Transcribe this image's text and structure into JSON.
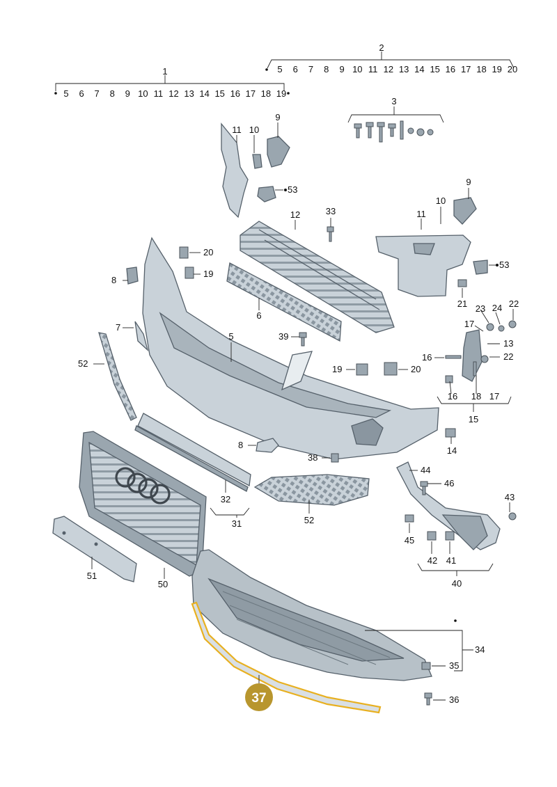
{
  "colors": {
    "part_fill": "#c9d2d9",
    "part_dark": "#9aa6af",
    "part_stroke": "#55606a",
    "highlight": "#e8b020",
    "badge": "#b8962e",
    "badge_text": "#ffffff"
  },
  "bracket_1": {
    "number": "1",
    "items": [
      "5",
      "6",
      "7",
      "8",
      "9",
      "10",
      "11",
      "12",
      "13",
      "14",
      "15",
      "16",
      "17",
      "18",
      "19"
    ]
  },
  "bracket_2": {
    "number": "2",
    "items": [
      "5",
      "6",
      "7",
      "8",
      "9",
      "10",
      "11",
      "12",
      "13",
      "14",
      "15",
      "16",
      "17",
      "18",
      "19",
      "20"
    ]
  },
  "callouts": {
    "c3": "3",
    "c9a": "9",
    "c10a": "10",
    "c11a": "11",
    "c53a": "53",
    "c12": "12",
    "c33": "33",
    "c6": "6",
    "c20a": "20",
    "c19a": "19",
    "c8a": "8",
    "c7": "7",
    "c5": "5",
    "c39": "39",
    "c52a": "52",
    "c9b": "9",
    "c10b": "10",
    "c11b": "11",
    "c53b": "53",
    "c21": "21",
    "c23": "23",
    "c24": "24",
    "c22a": "22",
    "c17a": "17",
    "c13": "13",
    "c16a": "16",
    "c22b": "22",
    "c19b": "19",
    "c20b": "20",
    "c16b": "16",
    "c18": "18",
    "c17b": "17",
    "c15": "15",
    "c14": "14",
    "c8b": "8",
    "c38": "38",
    "c44": "44",
    "c46": "46",
    "c43": "43",
    "c32": "32",
    "c31": "31",
    "c52b": "52",
    "c45": "45",
    "c42": "42",
    "c41": "41",
    "c40": "40",
    "c51": "51",
    "c50": "50",
    "c34": "34",
    "c35": "35",
    "c36": "36"
  },
  "highlighted_part": {
    "number": "37"
  }
}
